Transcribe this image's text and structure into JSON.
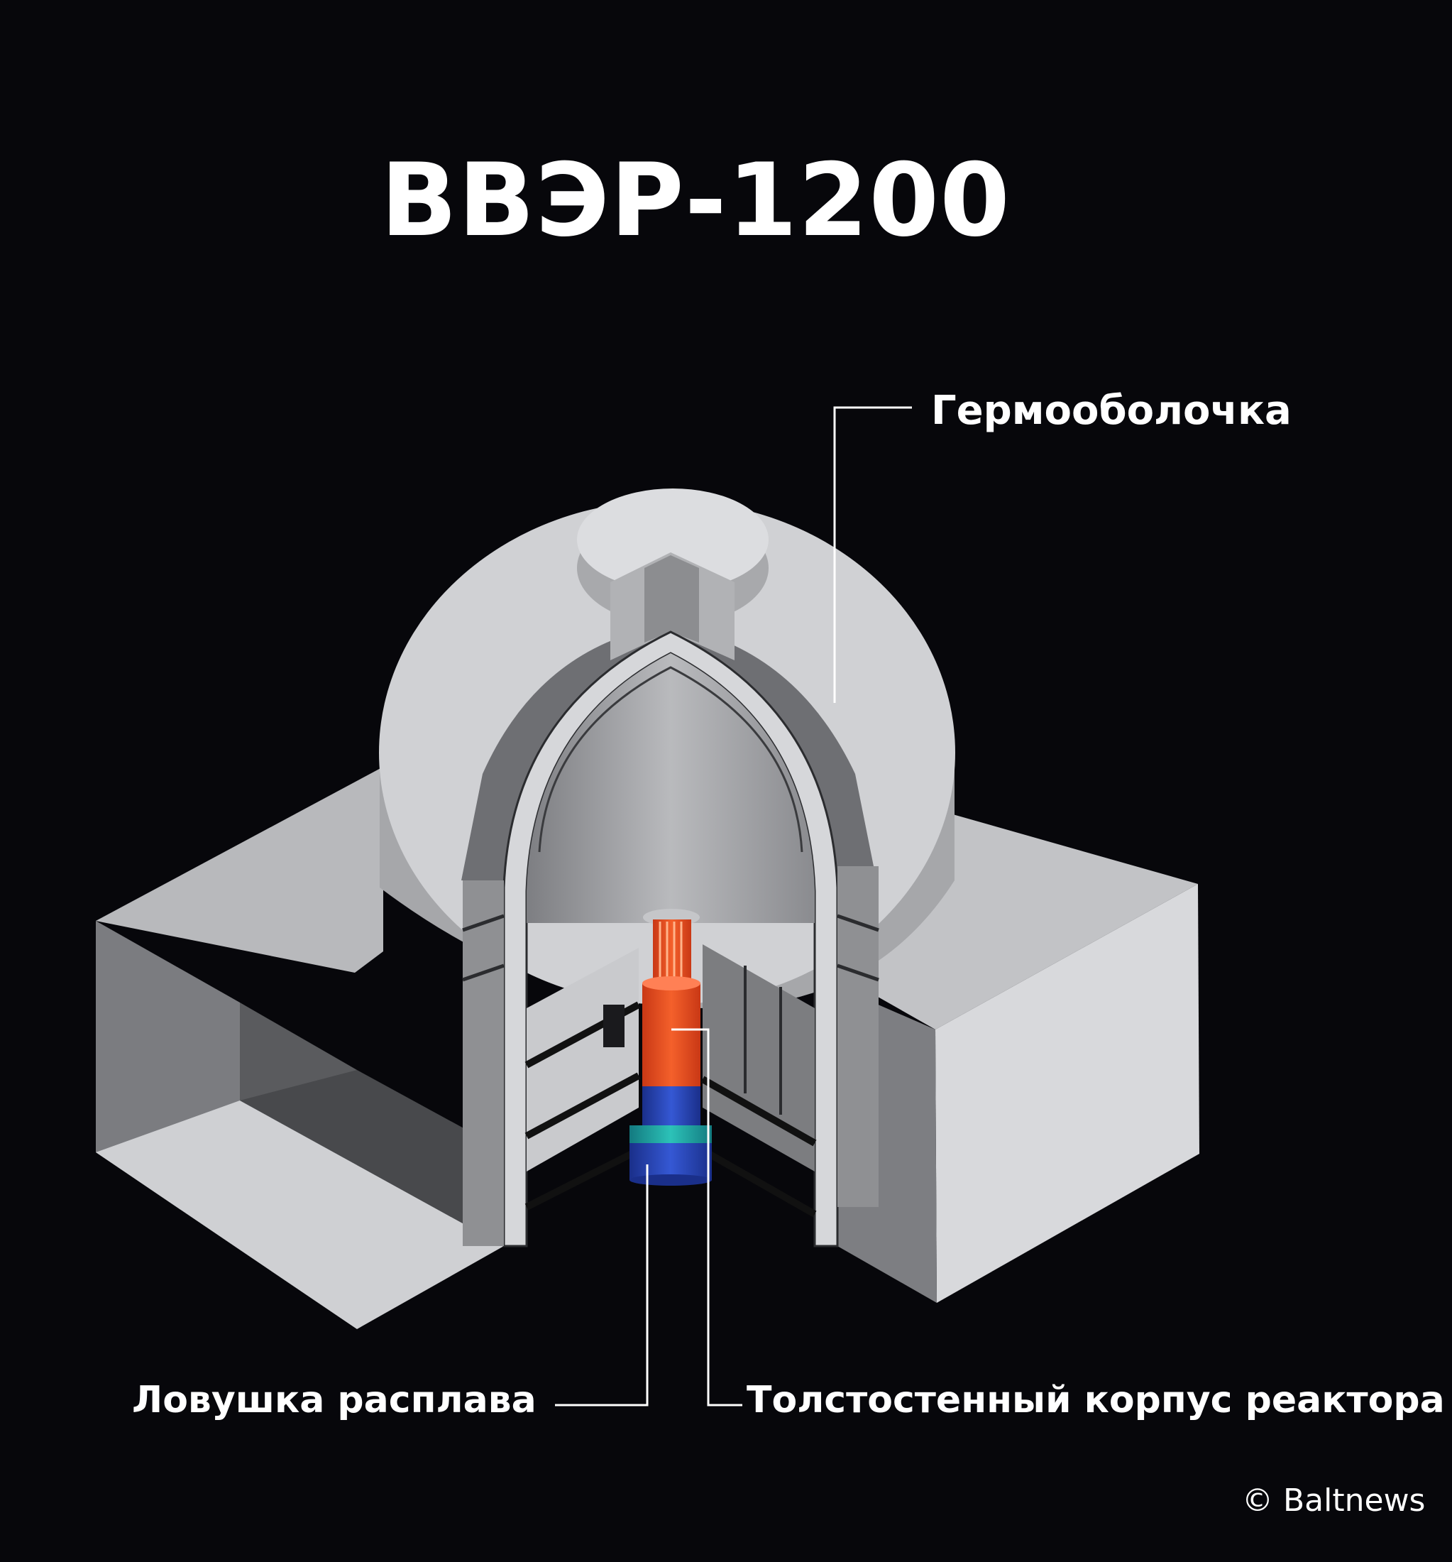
{
  "title": "ВВЭР-1200",
  "labels": {
    "containment": "Гермооболочка",
    "core_catcher": "Ловушка расплава",
    "reactor_vessel": "Толстостенный корпус реактора"
  },
  "credit": "© Baltnews",
  "colors": {
    "background": "#07070b",
    "text": "#ffffff",
    "concrete_light": "#d4d5d8",
    "concrete_mid": "#a4a5a8",
    "concrete_dark": "#5e5f62",
    "reactor_orange": "#f05a2a",
    "catcher_blue": "#2d4fc0",
    "catcher_teal": "#1fa8a8"
  }
}
